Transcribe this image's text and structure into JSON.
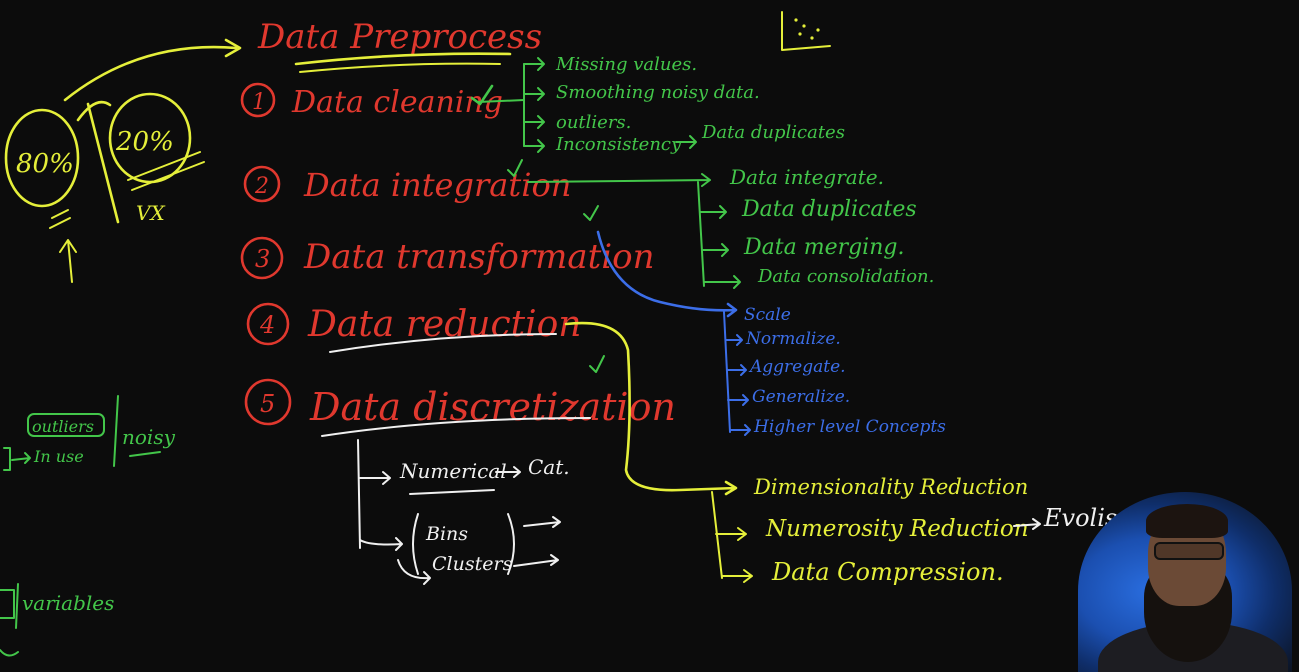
{
  "title": "Data Preprocess",
  "steps": [
    {
      "num": "1",
      "label": "Data cleaning"
    },
    {
      "num": "2",
      "label": "Data integration"
    },
    {
      "num": "3",
      "label": "Data transformation"
    },
    {
      "num": "4",
      "label": "Data reduction"
    },
    {
      "num": "5",
      "label": "Data discretization"
    }
  ],
  "cleaning_items": [
    "Missing values.",
    "Smoothing noisy data.",
    "outliers.",
    "Inconsistency"
  ],
  "inconsistency_result": "Data duplicates",
  "integration_items": [
    "Data integrate.",
    "Data duplicates",
    "Data merging.",
    "Data consolidation."
  ],
  "transformation_items": [
    "Scale",
    "Normalize.",
    "Aggregate.",
    "Generalize.",
    "Higher level Concepts"
  ],
  "reduction_items": [
    "Dimensionality Reduction",
    "Numerosity Reduction",
    "Data Compression."
  ],
  "numerosity_target": "Evolis",
  "discretization_items": {
    "numerical": "Numerical",
    "cat": "Cat.",
    "bins": "Bins",
    "clusters": "Clusters"
  },
  "split": {
    "left": "80%",
    "right": "20%",
    "mark": "VX"
  },
  "side_notes": {
    "outliers": "outliers",
    "noisy": "noisy",
    "in_use": "In use",
    "variables": "variables"
  },
  "colors": {
    "red": "#e0382e",
    "green": "#43c64a",
    "yellow": "#e5ef3a",
    "blue": "#3c6ee8",
    "white": "#f0f0f0",
    "background": "#0c0c0c"
  }
}
